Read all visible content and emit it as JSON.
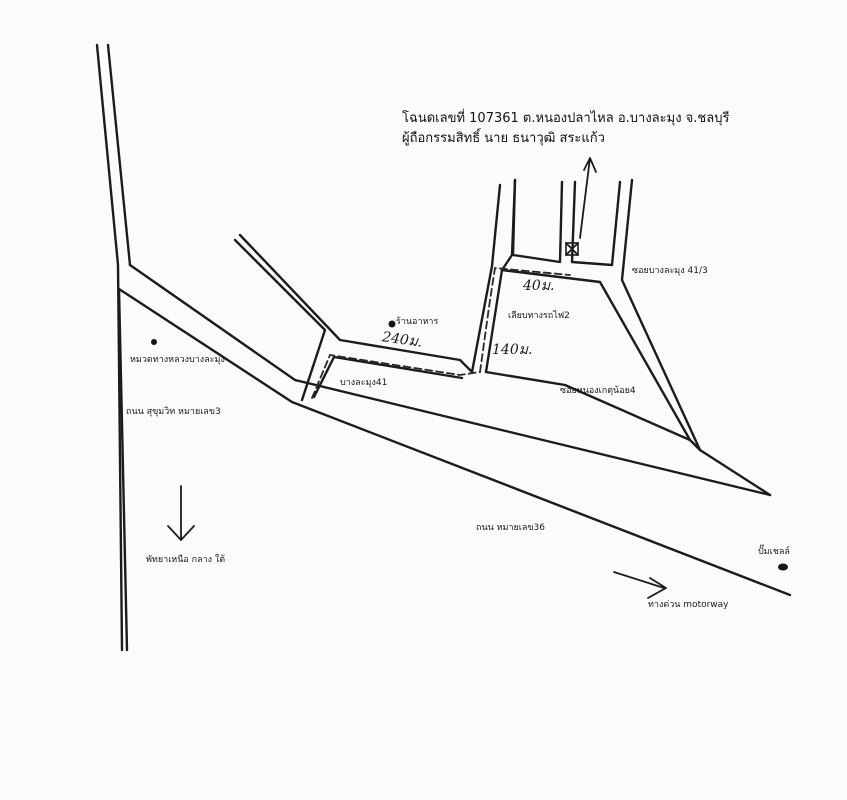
{
  "title": {
    "deed_line": "โฉนดเลขที่ 107361 ต.หนองปลาไหล อ.บางละมุง จ.ชลบุรี",
    "owner_line": "ผู้ถือกรรมสิทธิ์ นาย ธนาวุฒิ สระแก้ว"
  },
  "labels": {
    "police_box": "หมวดทางหลวงบางละมุง",
    "sukhumvit_road": "ถนน สุขุมวิท หมายเลข3",
    "direction_south": "พัทยาเหนือ กลาง ใต้",
    "restaurant": "ร้านอาหาร",
    "soi_banglamung_41": "บางละมุง41",
    "railway_road": "เลียบทางรถไฟ2",
    "soi_nong_kae_noi": "ซอยหนองเกตุน้อย4",
    "soi_banglamung_41_3": "ซอยบางละมุง 41/3",
    "road_36": "ถนน หมายเลข36",
    "gas_station": "ปั๊มเชลล์",
    "motorway": "ทางด่วน motorway"
  },
  "distances": {
    "first_leg": "240ม.",
    "second_leg": "140ม.",
    "third_leg": "40ม."
  },
  "colors": {
    "ink": "#1c1c1c",
    "paper": "#fbfbfb"
  }
}
